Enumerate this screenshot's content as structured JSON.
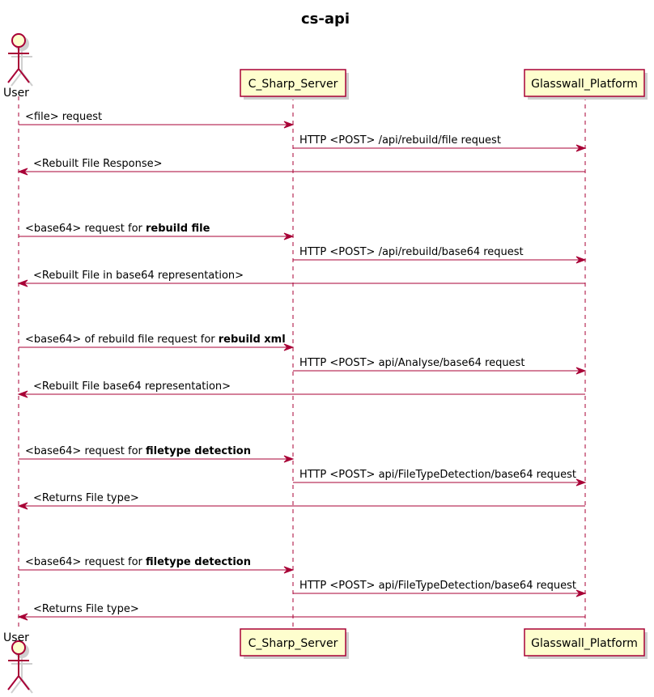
{
  "title": "cs-api",
  "colors": {
    "line": "#A80036",
    "box_fill": "#FEFECE",
    "lifeline": "#A80036",
    "shadow": "#cfcfcf"
  },
  "participants": [
    {
      "id": "user",
      "name": "User",
      "kind": "actor"
    },
    {
      "id": "server",
      "name": "C_Sharp_Server",
      "kind": "participant"
    },
    {
      "id": "glasswall",
      "name": "Glasswall_Platform",
      "kind": "participant"
    }
  ],
  "messages": [
    {
      "from": "user",
      "to": "server",
      "text": "<file> request",
      "bold": ""
    },
    {
      "from": "server",
      "to": "glasswall",
      "text": "HTTP <POST> /api/rebuild/file request",
      "bold": ""
    },
    {
      "from": "glasswall",
      "to": "user",
      "text": "<Rebuilt File Response>",
      "bold": ""
    },
    {
      "from": "user",
      "to": "server",
      "text": "<base64> request for ",
      "bold": "rebuild file"
    },
    {
      "from": "server",
      "to": "glasswall",
      "text": "HTTP <POST> /api/rebuild/base64 request",
      "bold": ""
    },
    {
      "from": "glasswall",
      "to": "user",
      "text": "<Rebuilt File in base64 representation>",
      "bold": ""
    },
    {
      "from": "user",
      "to": "server",
      "text": "<base64> of rebuild file request for ",
      "bold": "rebuild xml"
    },
    {
      "from": "server",
      "to": "glasswall",
      "text": "HTTP <POST> api/Analyse/base64 request",
      "bold": ""
    },
    {
      "from": "glasswall",
      "to": "user",
      "text": "<Rebuilt File base64 representation>",
      "bold": ""
    },
    {
      "from": "user",
      "to": "server",
      "text": "<base64> request for ",
      "bold": "filetype detection"
    },
    {
      "from": "server",
      "to": "glasswall",
      "text": "HTTP <POST> api/FileTypeDetection/base64 request",
      "bold": ""
    },
    {
      "from": "glasswall",
      "to": "user",
      "text": "<Returns File type>",
      "bold": ""
    },
    {
      "from": "user",
      "to": "server",
      "text": "<base64> request for ",
      "bold": "filetype detection"
    },
    {
      "from": "server",
      "to": "glasswall",
      "text": "HTTP <POST> api/FileTypeDetection/base64 request",
      "bold": ""
    },
    {
      "from": "glasswall",
      "to": "user",
      "text": "<Returns File type>",
      "bold": ""
    }
  ]
}
